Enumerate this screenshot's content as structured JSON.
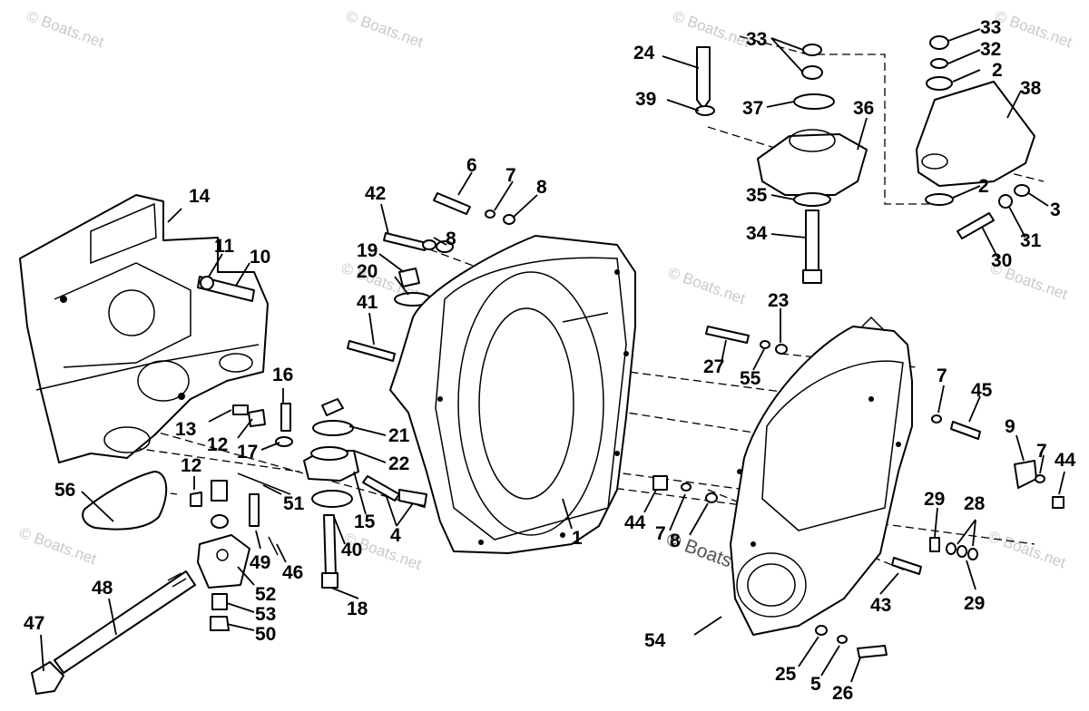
{
  "watermark": "© Boats.net",
  "callouts": [
    {
      "id": "c14",
      "text": "14"
    },
    {
      "id": "c11",
      "text": "11"
    },
    {
      "id": "c10",
      "text": "10"
    },
    {
      "id": "c16",
      "text": "16"
    },
    {
      "id": "c13",
      "text": "13"
    },
    {
      "id": "c12a",
      "text": "12"
    },
    {
      "id": "c17",
      "text": "17"
    },
    {
      "id": "c12b",
      "text": "12"
    },
    {
      "id": "c56",
      "text": "56"
    },
    {
      "id": "c51",
      "text": "51"
    },
    {
      "id": "c49",
      "text": "49"
    },
    {
      "id": "c46",
      "text": "46"
    },
    {
      "id": "c52",
      "text": "52"
    },
    {
      "id": "c53",
      "text": "53"
    },
    {
      "id": "c50",
      "text": "50"
    },
    {
      "id": "c48",
      "text": "48"
    },
    {
      "id": "c47",
      "text": "47"
    },
    {
      "id": "c18",
      "text": "18"
    },
    {
      "id": "c40",
      "text": "40"
    },
    {
      "id": "c15",
      "text": "15"
    },
    {
      "id": "c4",
      "text": "4"
    },
    {
      "id": "c22",
      "text": "22"
    },
    {
      "id": "c21",
      "text": "21"
    },
    {
      "id": "c41",
      "text": "41"
    },
    {
      "id": "c20",
      "text": "20"
    },
    {
      "id": "c19",
      "text": "19"
    },
    {
      "id": "c42",
      "text": "42"
    },
    {
      "id": "c8a",
      "text": "8"
    },
    {
      "id": "c6",
      "text": "6"
    },
    {
      "id": "c7a",
      "text": "7"
    },
    {
      "id": "c8b",
      "text": "8"
    },
    {
      "id": "c1",
      "text": "1"
    },
    {
      "id": "c24",
      "text": "24"
    },
    {
      "id": "c39",
      "text": "39"
    },
    {
      "id": "c33a",
      "text": "33"
    },
    {
      "id": "c37",
      "text": "37"
    },
    {
      "id": "c36",
      "text": "36"
    },
    {
      "id": "c35",
      "text": "35"
    },
    {
      "id": "c34",
      "text": "34"
    },
    {
      "id": "c33b",
      "text": "33"
    },
    {
      "id": "c32",
      "text": "32"
    },
    {
      "id": "c2a",
      "text": "2"
    },
    {
      "id": "c38",
      "text": "38"
    },
    {
      "id": "c2b",
      "text": "2"
    },
    {
      "id": "c3",
      "text": "3"
    },
    {
      "id": "c31",
      "text": "31"
    },
    {
      "id": "c30",
      "text": "30"
    },
    {
      "id": "c23",
      "text": "23"
    },
    {
      "id": "c27",
      "text": "27"
    },
    {
      "id": "c55",
      "text": "55"
    },
    {
      "id": "c7b",
      "text": "7"
    },
    {
      "id": "c45",
      "text": "45"
    },
    {
      "id": "c9",
      "text": "9"
    },
    {
      "id": "c7c",
      "text": "7"
    },
    {
      "id": "c44a",
      "text": "44"
    },
    {
      "id": "c44b",
      "text": "44"
    },
    {
      "id": "c7d",
      "text": "7"
    },
    {
      "id": "c8c",
      "text": "8"
    },
    {
      "id": "c29a",
      "text": "29"
    },
    {
      "id": "c28",
      "text": "28"
    },
    {
      "id": "c29b",
      "text": "29"
    },
    {
      "id": "c43",
      "text": "43"
    },
    {
      "id": "c54",
      "text": "54"
    },
    {
      "id": "c25",
      "text": "25"
    },
    {
      "id": "c5",
      "text": "5"
    },
    {
      "id": "c26",
      "text": "26"
    }
  ]
}
